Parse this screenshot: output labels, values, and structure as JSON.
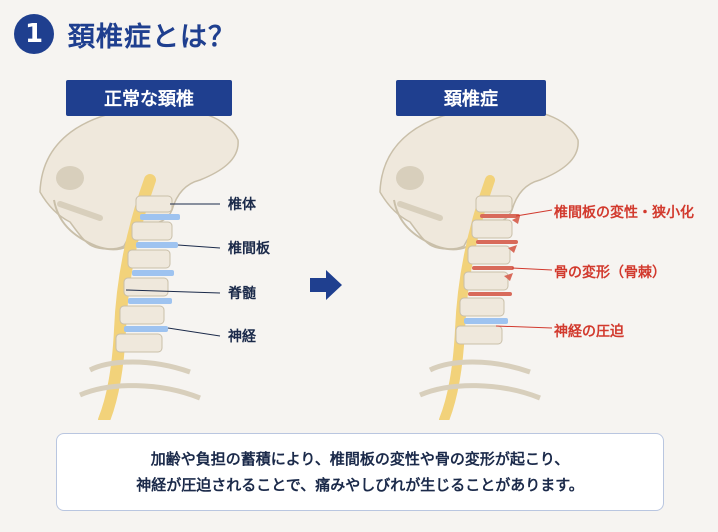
{
  "header": {
    "number": "1",
    "title": "頚椎症とは？"
  },
  "left_panel": {
    "label": "正常な頚椎",
    "callouts": [
      "椎体",
      "椎間板",
      "脊髄",
      "神経"
    ]
  },
  "right_panel": {
    "label": "頚椎症",
    "callouts": [
      "椎間板の変性・狭小化",
      "骨の変形（骨棘）",
      "神経の圧迫"
    ]
  },
  "description": {
    "line1": "加齢や負担の蓄積により、椎間板の変性や骨の変形が起こり、",
    "line2": "神経が圧迫されることで、痛みやしびれが生じることがあります。"
  },
  "colors": {
    "brand_navy": "#1f3f8f",
    "problem_red": "#d23a2e",
    "disc_blue": "#9ec3f0",
    "bone": "#efe8dc",
    "spinal_cord": "#f2d27a"
  },
  "icons": [
    "right-arrow-icon"
  ]
}
